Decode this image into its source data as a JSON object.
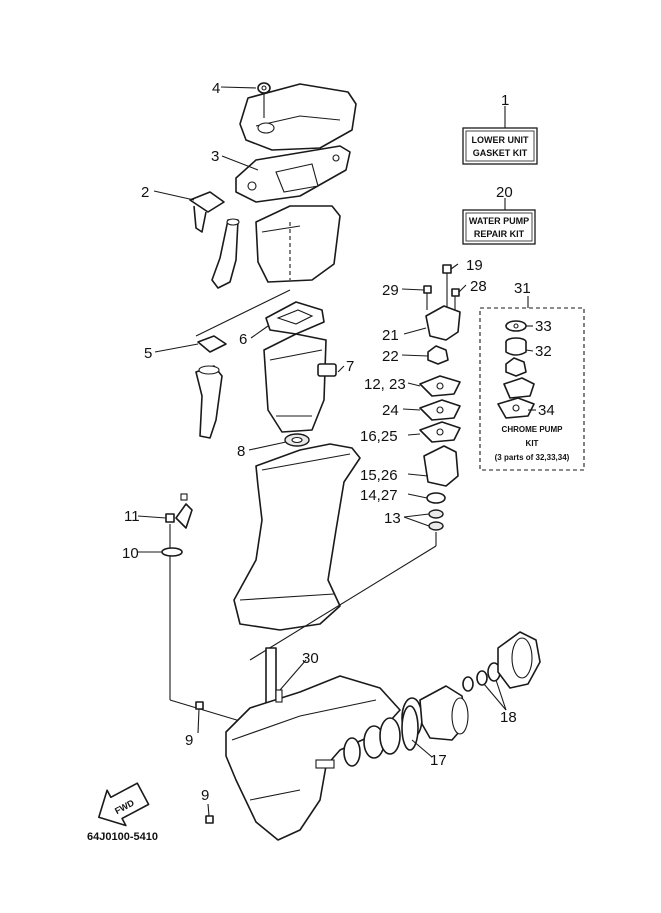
{
  "callouts": {
    "p1": "1",
    "p2": "2",
    "p3": "3",
    "p4": "4",
    "p5": "5",
    "p6": "6",
    "p7": "7",
    "p8": "8",
    "p9a": "9",
    "p9b": "9",
    "p10": "10",
    "p11": "11",
    "p12_23": "12, 23",
    "p13": "13",
    "p14_27": "14,27",
    "p15_26": "15,26",
    "p16_25": "16,25",
    "p17": "17",
    "p18": "18",
    "p19": "19",
    "p20": "20",
    "p21": "21",
    "p22": "22",
    "p24": "24",
    "p28": "28",
    "p29": "29",
    "p30": "30",
    "p31": "31",
    "p32": "32",
    "p33": "33",
    "p34": "34"
  },
  "kits": {
    "lower_unit_gasket": {
      "line1": "LOWER UNIT",
      "line2": "GASKET KIT"
    },
    "water_pump_repair": {
      "line1": "WATER PUMP",
      "line2": "REPAIR KIT"
    },
    "chrome_pump": {
      "line1": "CHROME PUMP",
      "line2": "KIT",
      "line3": "(3 parts of 32,33,34)"
    }
  },
  "fwd_label": "FWD",
  "diagram_code": "64J0100-5410"
}
